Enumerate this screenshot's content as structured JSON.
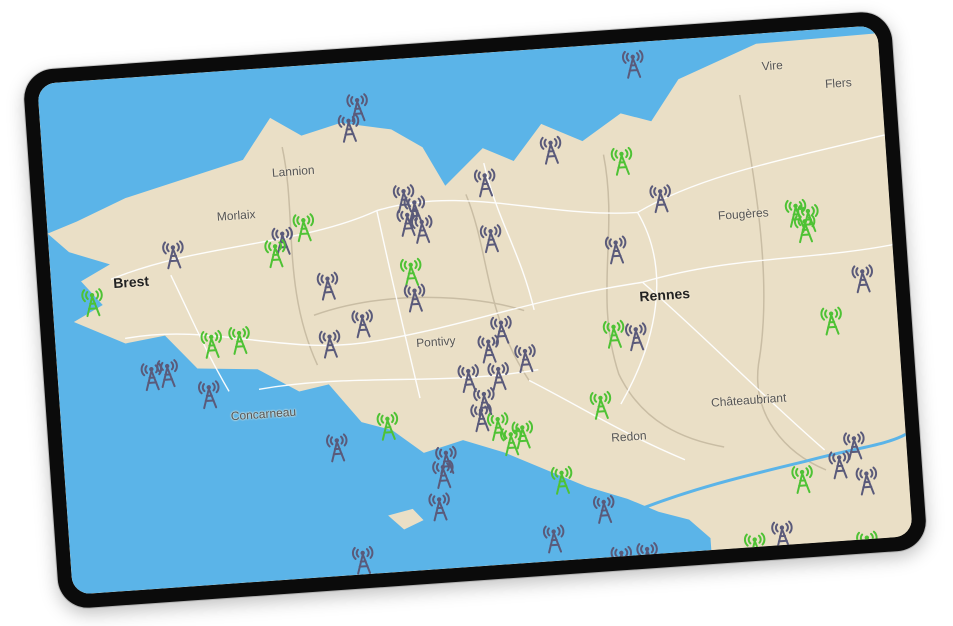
{
  "map": {
    "cities": [
      {
        "name": "Vire",
        "major": false
      },
      {
        "name": "Flers",
        "major": false
      },
      {
        "name": "Lannion",
        "major": false
      },
      {
        "name": "Morlaix",
        "major": false
      },
      {
        "name": "Brest",
        "major": true
      },
      {
        "name": "Fougères",
        "major": false
      },
      {
        "name": "Rennes",
        "major": true
      },
      {
        "name": "Pontivy",
        "major": false
      },
      {
        "name": "Concarneau",
        "major": false
      },
      {
        "name": "Châteaubriant",
        "major": false
      },
      {
        "name": "Redon",
        "major": false
      }
    ],
    "colors": {
      "sea": "#5bb4e8",
      "land": "#eadfc6",
      "road": "#ffffff",
      "border": "#c9bda4",
      "tower_a": "#4ec234",
      "tower_b": "#5a5a7a"
    },
    "tower_icon": "antenna-tower-icon"
  }
}
